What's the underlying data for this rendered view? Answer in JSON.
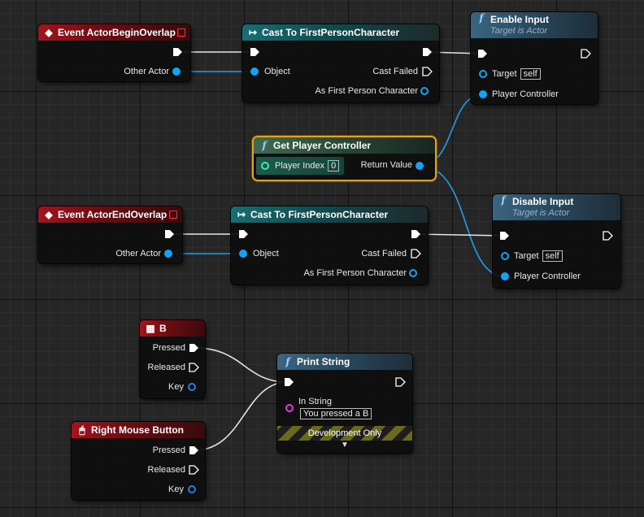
{
  "nodes": {
    "event_begin": {
      "title": "Event ActorBeginOverlap",
      "other_actor": "Other Actor"
    },
    "cast1": {
      "title": "Cast To FirstPersonCharacter",
      "object": "Object",
      "cast_failed": "Cast Failed",
      "as_character": "As First Person Character"
    },
    "enable_input": {
      "title": "Enable Input",
      "subtitle": "Target is Actor",
      "target": "Target",
      "target_value": "self",
      "player_controller": "Player Controller"
    },
    "get_player_controller": {
      "title": "Get Player Controller",
      "player_index": "Player Index",
      "player_index_value": "0",
      "return_value": "Return Value"
    },
    "event_end": {
      "title": "Event ActorEndOverlap",
      "other_actor": "Other Actor"
    },
    "cast2": {
      "title": "Cast To FirstPersonCharacter",
      "object": "Object",
      "cast_failed": "Cast Failed",
      "as_character": "As First Person Character"
    },
    "disable_input": {
      "title": "Disable Input",
      "subtitle": "Target is Actor",
      "target": "Target",
      "target_value": "self",
      "player_controller": "Player Controller"
    },
    "key_b": {
      "title": "B",
      "pressed": "Pressed",
      "released": "Released",
      "key": "Key"
    },
    "rmb": {
      "title": "Right Mouse Button",
      "pressed": "Pressed",
      "released": "Released",
      "key": "Key"
    },
    "print_string": {
      "title": "Print String",
      "in_string": "In String",
      "in_string_value": "You pressed a B",
      "dev_only": "Development Only"
    }
  },
  "colors": {
    "exec_wire": "#e6e6e6",
    "object_wire": "#1ba1e6",
    "selection": "#e8a20a",
    "event_header": "#a4141c",
    "cast_header": "#186e73",
    "function_header": "#3b6580",
    "pure_header": "#3f6b52"
  }
}
